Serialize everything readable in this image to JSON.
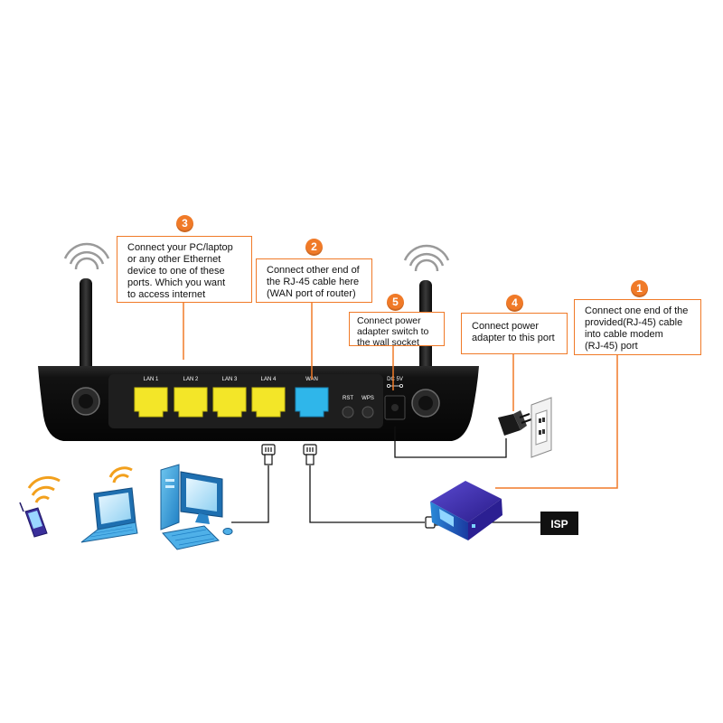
{
  "router": {
    "port_labels": [
      "LAN 1",
      "LAN 2",
      "LAN 3",
      "LAN 4",
      "WAN"
    ],
    "button_labels": [
      "RST",
      "WPS"
    ],
    "power_label": "DC 5V"
  },
  "isp_label": "ISP",
  "steps": [
    {
      "number": "1",
      "lines": [
        "Connect one end of the",
        "provided(RJ-45) cable",
        "into cable modem",
        "(RJ-45) port"
      ]
    },
    {
      "number": "2",
      "lines": [
        "Connect other end of",
        "the RJ-45 cable here",
        "(WAN port of router)"
      ]
    },
    {
      "number": "3",
      "lines": [
        "Connect your PC/laptop",
        "or any other Ethernet",
        "device to one of these",
        "ports. Which you want",
        "to access internet"
      ]
    },
    {
      "number": "4",
      "lines": [
        "Connect power",
        "adapter to this port"
      ]
    },
    {
      "number": "5",
      "lines": [
        "Connect power",
        "adapter switch to",
        "the wall socket"
      ]
    }
  ],
  "colors": {
    "accent": "#f07a28",
    "lan_port": "#f3e628",
    "wan_port": "#2fb6ea",
    "router_body": "#121212",
    "modem": "#3a2aa8",
    "cable": "#111111"
  }
}
